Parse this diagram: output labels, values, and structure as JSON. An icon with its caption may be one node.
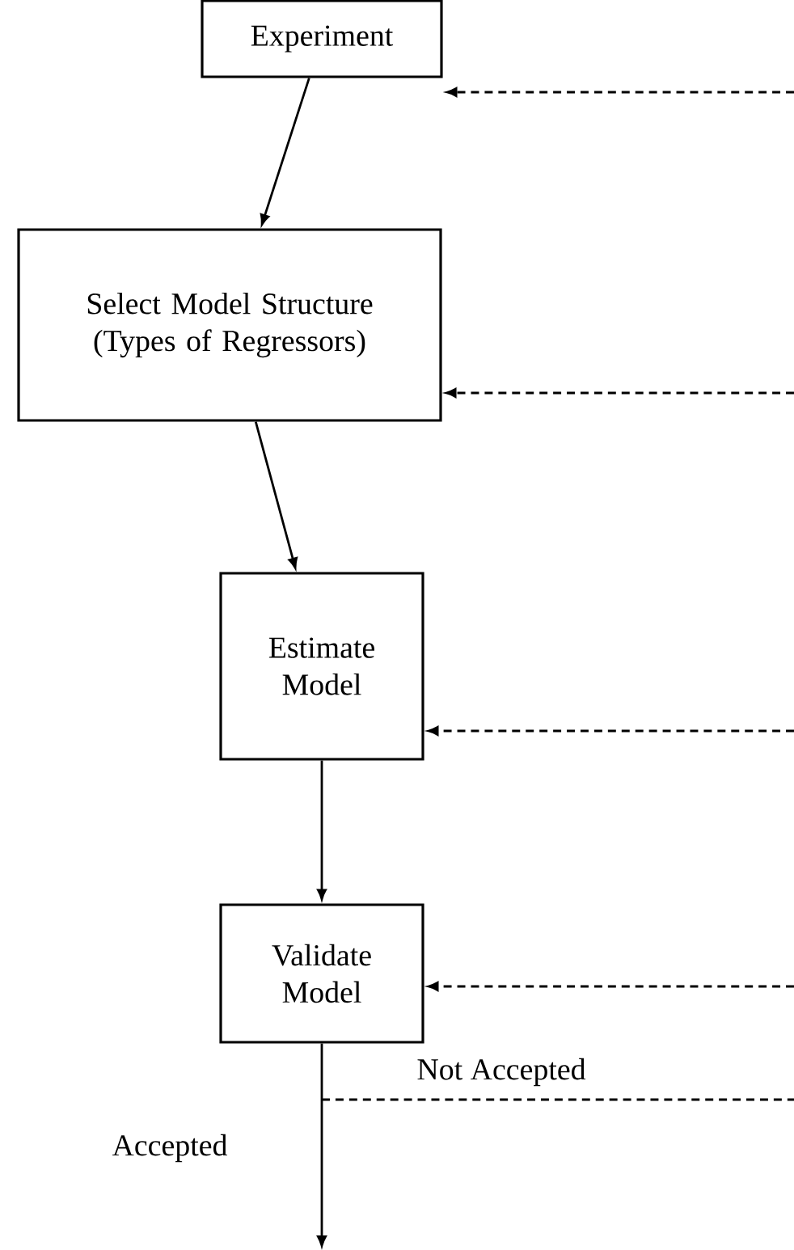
{
  "diagram": {
    "nodes": [
      {
        "text": [
          "Experiment"
        ]
      },
      {
        "text": [
          "Select Model Structure (Types of Regressors)"
        ]
      },
      {
        "text": [
          "Estimate Model"
        ]
      },
      {
        "text": [
          "Validate Model"
        ]
      }
    ],
    "edges": [
      {
        "from": 0,
        "to": 1,
        "arrow": "to"
      },
      {
        "from": 1,
        "to": 2,
        "arrow": "to"
      },
      {
        "from": 2,
        "to": 3,
        "arrow": "to"
      },
      {
        "from": 3,
        "to": null,
        "arrow": "to",
        "label": "Accepted"
      },
      {
        "from": 3,
        "to": null,
        "arrow": "none",
        "style": "dashed",
        "label": "Not Accepted"
      },
      {
        "from": null,
        "to": 0,
        "arrow": "to",
        "style": "dashed"
      },
      {
        "from": null,
        "to": 1,
        "arrow": "to",
        "style": "dashed"
      },
      {
        "from": null,
        "to": 2,
        "arrow": "to",
        "style": "dashed"
      },
      {
        "from": null,
        "to": 3,
        "arrow": "to",
        "style": "dashed"
      }
    ]
  }
}
